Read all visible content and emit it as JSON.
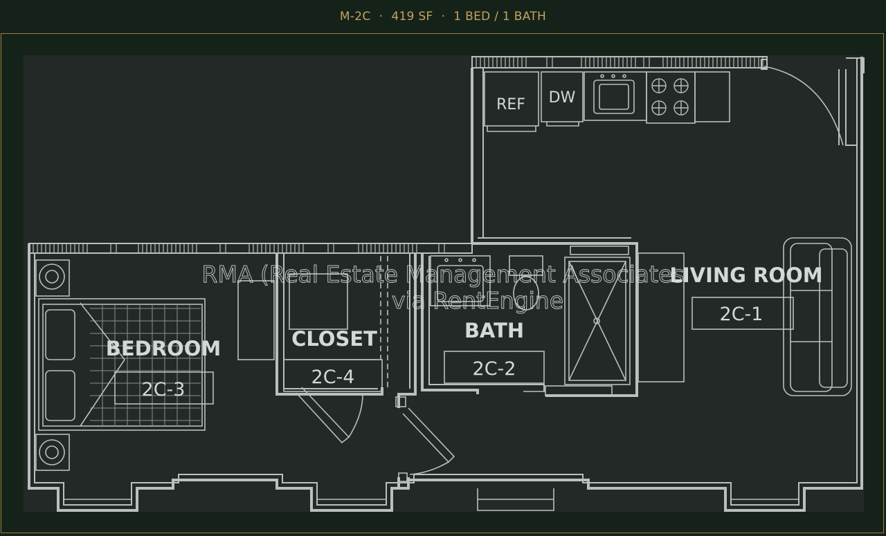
{
  "header": {
    "unit": "M-2C",
    "area": "419 SF",
    "layout": "1 BED / 1 BATH",
    "separator": "·"
  },
  "rooms": {
    "living": {
      "label": "LIVING ROOM",
      "tag": "2C-1"
    },
    "bath": {
      "label": "BATH",
      "tag": "2C-2"
    },
    "bedroom": {
      "label": "BEDROOM",
      "tag": "2C-3"
    },
    "closet": {
      "label": "CLOSET",
      "tag": "2C-4"
    }
  },
  "appliances": {
    "refrigerator": "REF",
    "dishwasher": "DW"
  },
  "watermark": {
    "line1": "RMA (Real Estate Management Associates",
    "line2": "via RentEngine"
  },
  "colors": {
    "background": "#152219",
    "plan_fill": "#232927",
    "lines": "#b9c1bc",
    "header_text": "#c2a35e",
    "frame_border": "#9c8340"
  }
}
